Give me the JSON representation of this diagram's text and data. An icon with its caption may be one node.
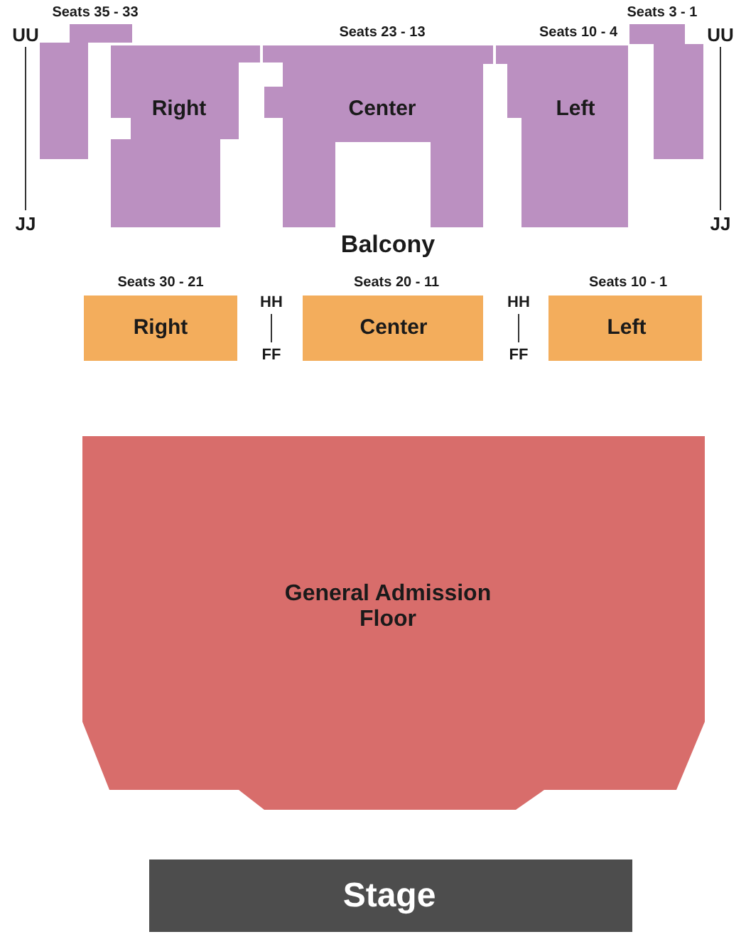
{
  "diagram": {
    "nodes": [
      {
        "text": [],
        "shape": "box",
        "beside": [
          "Seats 35 - 33"
        ]
      },
      {
        "text": [
          "Right"
        ]
      },
      {
        "text": [
          "Center"
        ],
        "beside": [
          "Seats 23 - 13"
        ]
      },
      {
        "text": [
          "Left"
        ],
        "beside": [
          "Seats 10 - 4"
        ]
      },
      {
        "text": [],
        "shape": "box",
        "beside": [
          "Seats 3 - 1"
        ]
      },
      {
        "text": [
          "Right"
        ],
        "beside": [
          "Seats 30 - 21"
        ]
      },
      {
        "text": [
          "Center"
        ],
        "beside": [
          "Seats 20 - 11"
        ]
      },
      {
        "text": [
          "Left"
        ],
        "beside": [
          "Seats 10 - 1"
        ]
      },
      {
        "text": [
          "General Admission Floor"
        ]
      },
      {
        "text": [
          "Stage"
        ]
      }
    ],
    "edges": [],
    "labels": [
      "UU",
      "UU",
      "JJ",
      "JJ",
      "Balcony",
      "HH",
      "HH",
      "FF",
      "FF"
    ]
  }
}
